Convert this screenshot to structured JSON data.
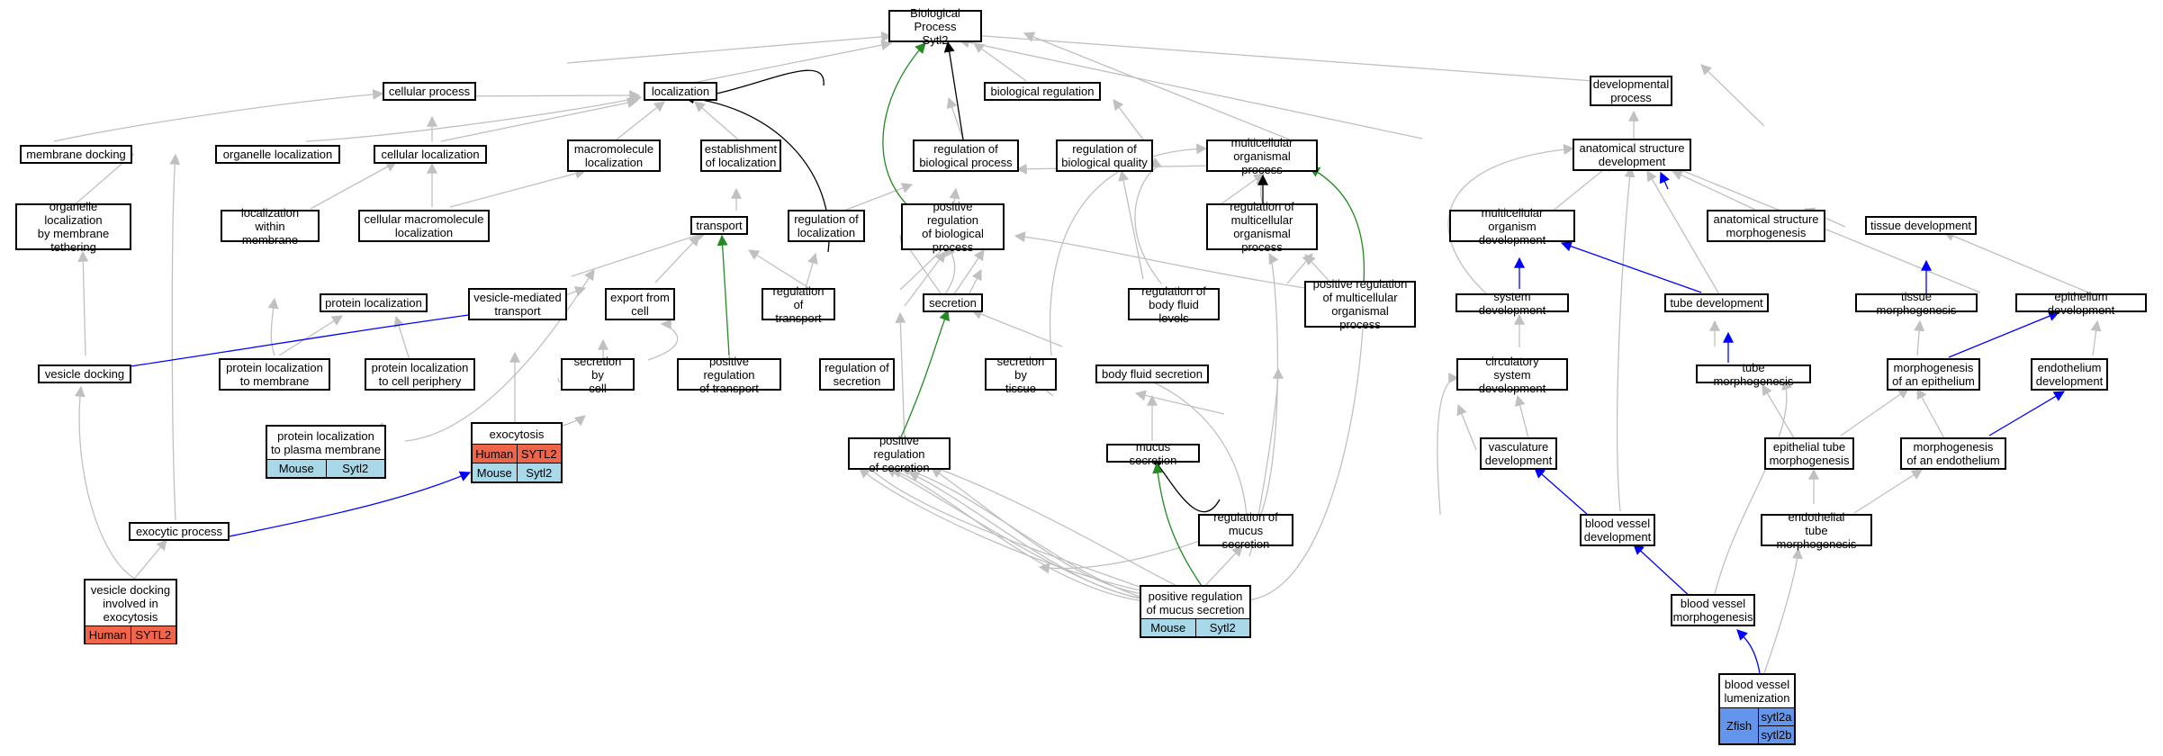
{
  "colors": {
    "gray": "#c0c0c0",
    "black": "#000000",
    "green": "#228b22",
    "blue": "#0000ff",
    "human": "#f0654a",
    "mouse": "#a9d9e8",
    "zfish": "#6495ed"
  },
  "nodes": {
    "bp": "Biological Process\nSytl2",
    "cellular_process": "cellular process",
    "localization": "localization",
    "biological_regulation": "biological regulation",
    "developmental_process": "developmental\nprocess",
    "membrane_docking": "membrane docking",
    "organelle_localization": "organelle localization",
    "cellular_localization": "cellular localization",
    "macromolecule_localization": "macromolecule\nlocalization",
    "establishment_of_localization": "establishment\nof localization",
    "regulation_of_biological_process": "regulation of\nbiological process",
    "regulation_of_biological_quality": "regulation of\nbiological quality",
    "multicellular_organismal_process": "multicellular\norganismal process",
    "anatomical_structure_development": "anatomical structure\ndevelopment",
    "organelle_localization_by_membrane_tethering": "organelle localization\nby membrane\ntethering",
    "localization_within_membrane": "localization\nwithin membrane",
    "cellular_macromolecule_localization": "cellular macromolecule\nlocalization",
    "transport": "transport",
    "regulation_of_localization": "regulation of\nlocalization",
    "positive_regulation_of_biological_process": "positive regulation\nof biological\nprocess",
    "regulation_of_multicellular_organismal_process": "regulation of\nmulticellular\norganismal process",
    "multicellular_organism_development": "multicellular\norganism development",
    "anatomical_structure_morphogenesis": "anatomical structure\nmorphogenesis",
    "tissue_development": "tissue development",
    "protein_localization": "protein localization",
    "vesicle_mediated_transport": "vesicle-mediated\ntransport",
    "export_from_cell": "export from\ncell",
    "regulation_of_transport": "regulation of\ntransport",
    "secretion": "secretion",
    "regulation_of_body_fluid_levels": "regulation of\nbody fluid levels",
    "positive_regulation_of_multicellular_organismal_process": "positive regulation\nof multicellular\norganismal process",
    "system_development": "system development",
    "tube_development": "tube development",
    "tissue_morphogenesis": "tissue morphogenesis",
    "epithelium_development": "epithelium development",
    "vesicle_docking": "vesicle docking",
    "protein_localization_to_membrane": "protein localization\nto membrane",
    "protein_localization_to_cell_periphery": "protein localization\nto cell periphery",
    "secretion_by_cell": "secretion by\ncell",
    "positive_regulation_of_transport": "positive regulation\nof transport",
    "regulation_of_secretion": "regulation of\nsecretion",
    "secretion_by_tissue": "secretion by\ntissue",
    "body_fluid_secretion": "body fluid secretion",
    "circulatory_system_development": "circulatory\nsystem development",
    "tube_morphogenesis": "tube morphogenesis",
    "morphogenesis_of_an_epithelium": "morphogenesis\nof an epithelium",
    "endothelium_development": "endothelium\ndevelopment",
    "protein_localization_to_plasma_membrane": "protein localization\nto plasma membrane",
    "exocytosis": "exocytosis",
    "positive_regulation_of_secretion": "positive regulation\nof secretion",
    "mucus_secretion": "mucus secretion",
    "vasculature_development": "vasculature\ndevelopment",
    "epithelial_tube_morphogenesis": "epithelial tube\nmorphogenesis",
    "morphogenesis_of_an_endothelium": "morphogenesis\nof an endothelium",
    "exocytic_process": "exocytic process",
    "regulation_of_mucus_secretion": "regulation of\nmucus secretion",
    "blood_vessel_development": "blood vessel\ndevelopment",
    "endothelial_tube_morphogenesis": "endothelial\ntube morphogenesis",
    "vesicle_docking_involved_in_exocytosis": "vesicle docking\ninvolved in\nexocytosis",
    "positive_regulation_of_mucus_secretion": "positive regulation\nof mucus secretion",
    "blood_vessel_morphogenesis": "blood vessel\nmorphogenesis",
    "blood_vessel_lumenization": "blood vessel\nlumenization"
  },
  "annotations": {
    "ppm_mouse": {
      "species": "Mouse",
      "gene": "Sytl2"
    },
    "exo_human": {
      "species": "Human",
      "gene": "SYTL2"
    },
    "exo_mouse": {
      "species": "Mouse",
      "gene": "Sytl2"
    },
    "vde_human": {
      "species": "Human",
      "gene": "SYTL2"
    },
    "prms_mouse": {
      "species": "Mouse",
      "gene": "Sytl2"
    },
    "bvl_zfish": {
      "species": "Zfish",
      "genes": [
        "sytl2a",
        "sytl2b"
      ]
    }
  }
}
